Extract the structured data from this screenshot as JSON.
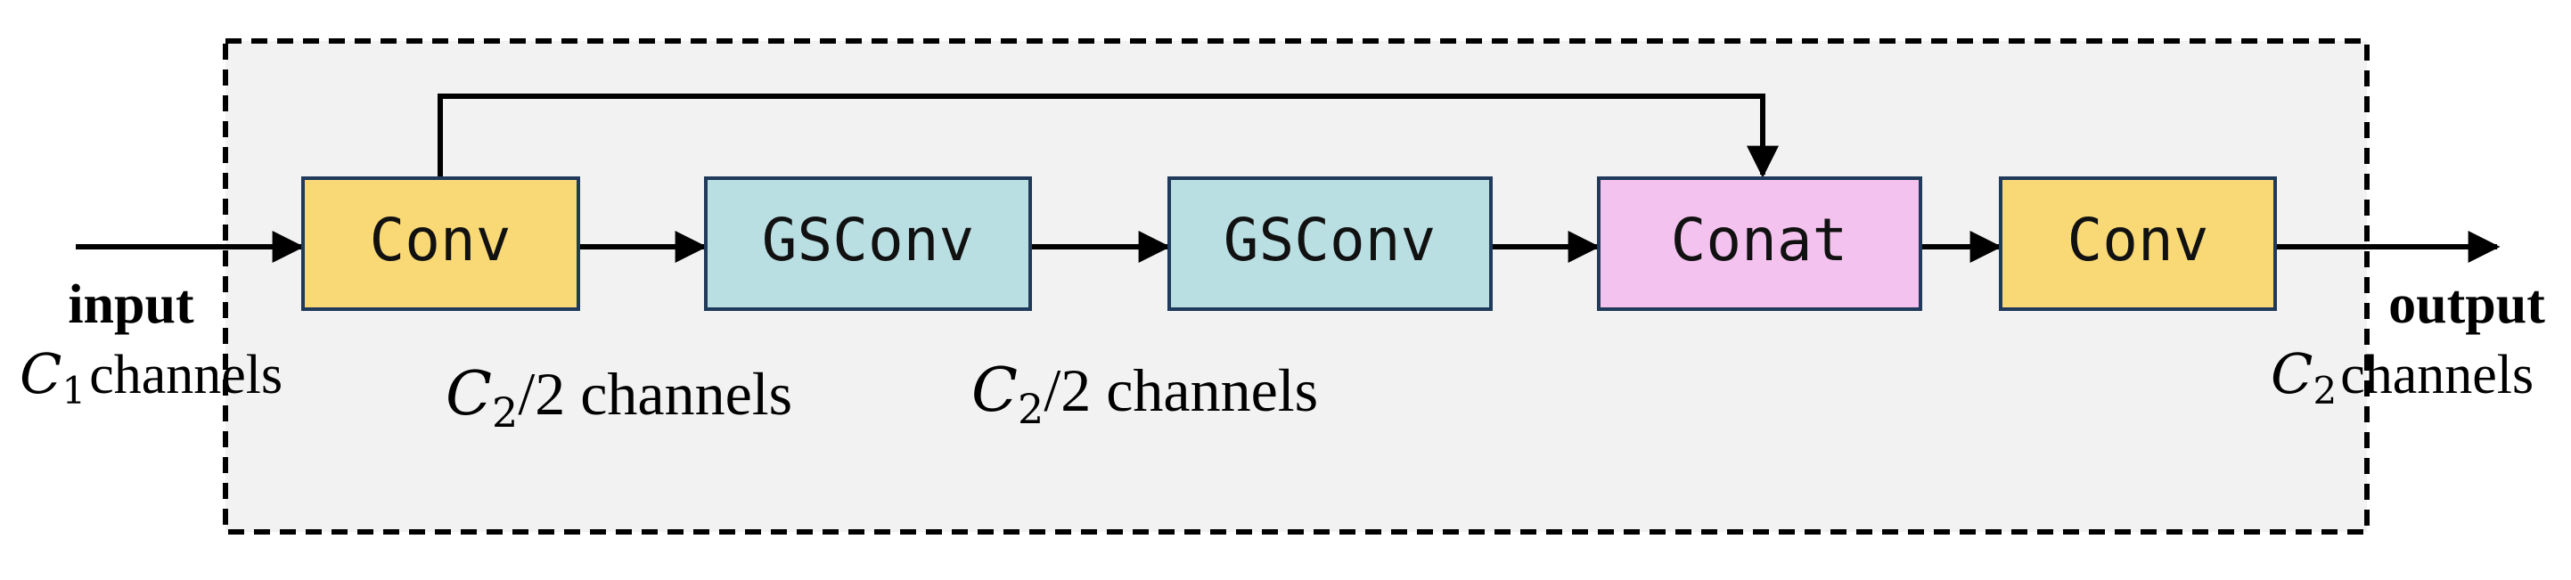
{
  "blocks": {
    "conv_in": {
      "label": "Conv",
      "fill": "#F9D975"
    },
    "gsconv_1": {
      "label": "GSConv",
      "fill": "#BADFE3"
    },
    "gsconv_2": {
      "label": "GSConv",
      "fill": "#BADFE3"
    },
    "conat": {
      "label": "Conat",
      "fill": "#F4C2EF"
    },
    "conv_out": {
      "label": "Conv",
      "fill": "#F9D975"
    }
  },
  "input": {
    "label": "input",
    "symbol": "C",
    "subscript": "1",
    "unit": "channels"
  },
  "output": {
    "label": "output",
    "symbol": "C",
    "subscript": "2",
    "unit": "channels"
  },
  "mid_1": {
    "symbol": "C",
    "subscript": "2",
    "suffix": "/2 channels"
  },
  "mid_2": {
    "symbol": "C",
    "subscript": "2",
    "suffix": "/2 channels"
  },
  "colors": {
    "border": "#000000",
    "block_border": "#1F3A5A",
    "module_background": "#F2F2F2"
  }
}
